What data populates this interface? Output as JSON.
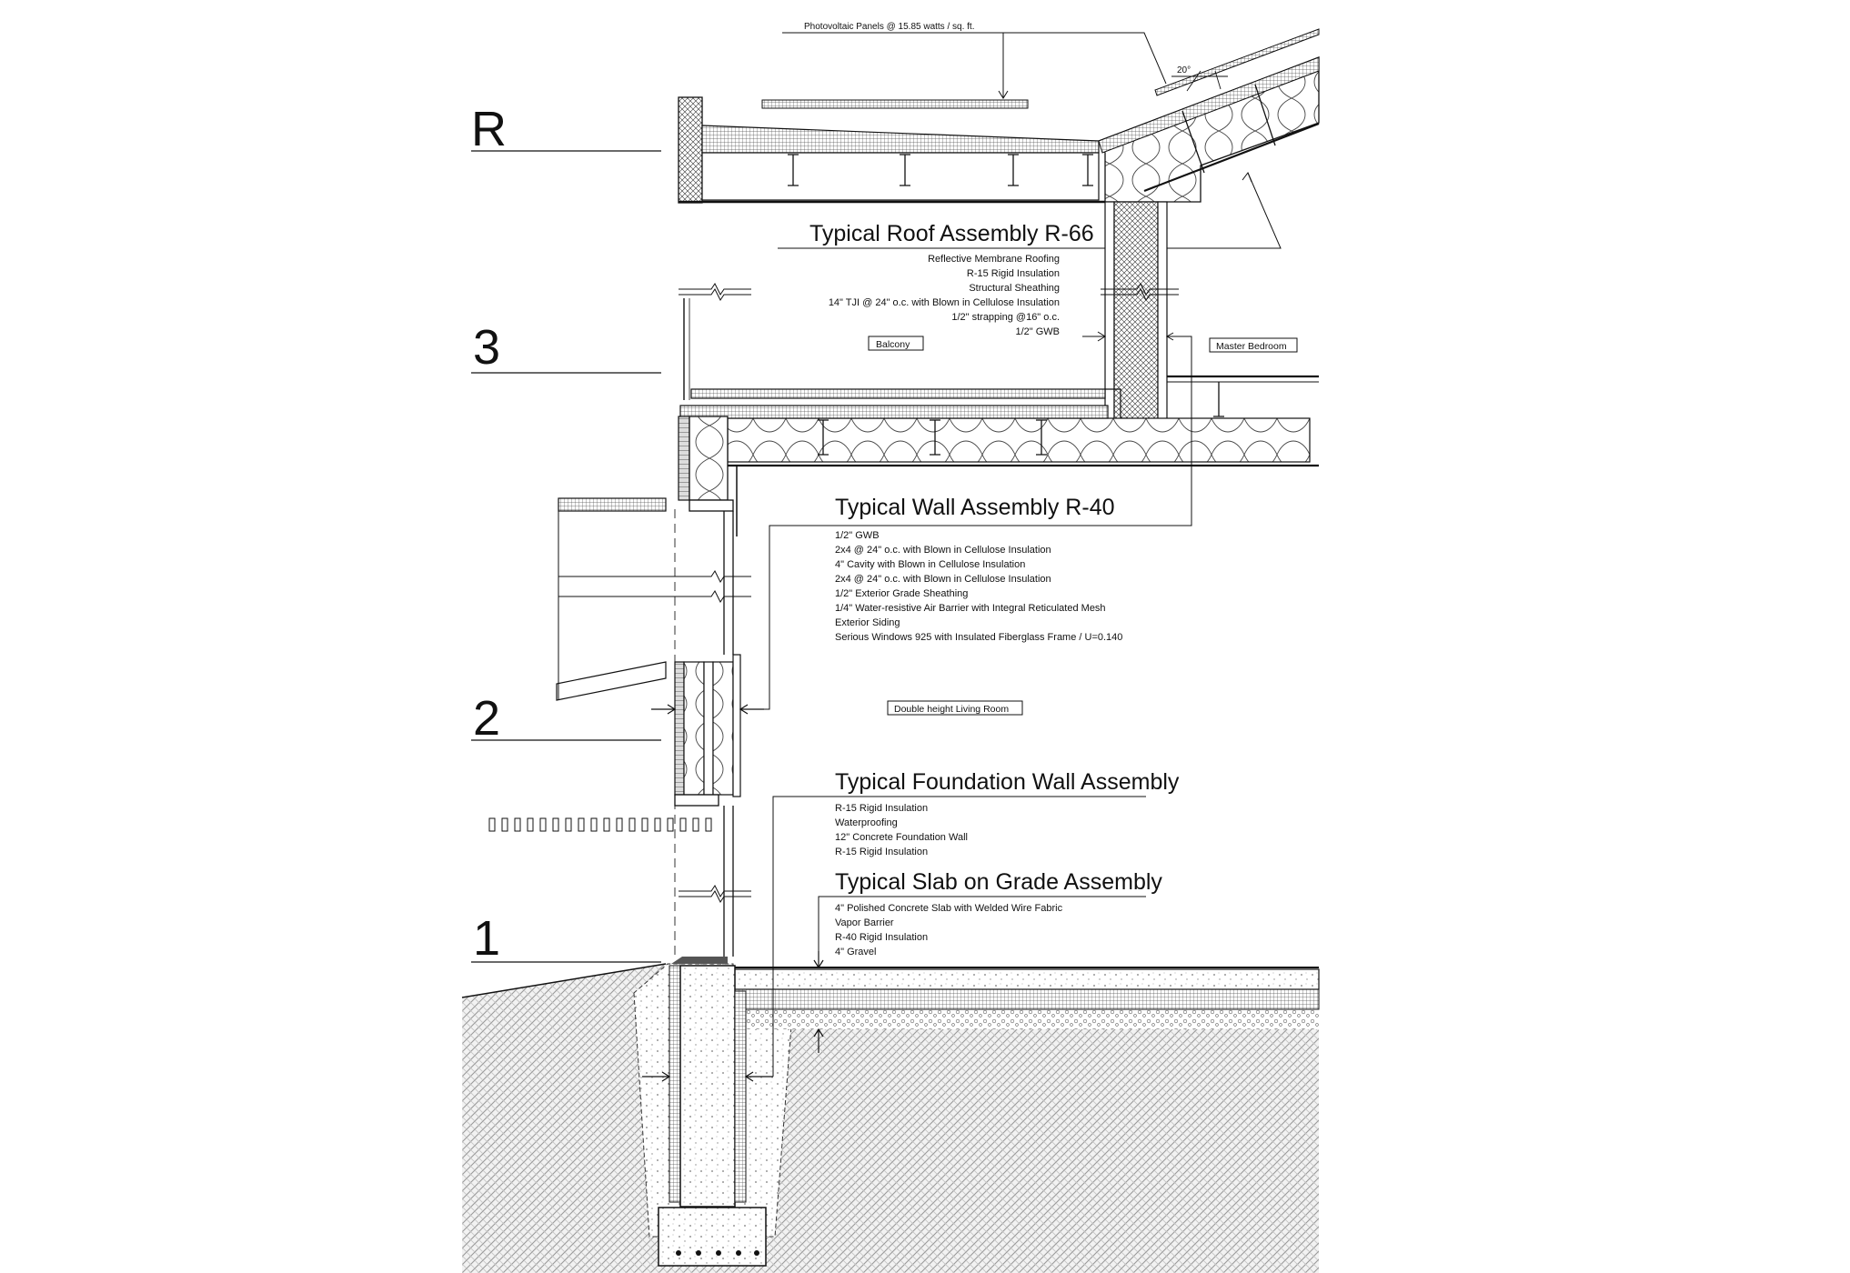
{
  "levels": {
    "roof": "R",
    "third": "3",
    "second": "2",
    "first": "1"
  },
  "pv_label": "Photovoltaic Panels @ 15.85 watts / sq. ft.",
  "roof_angle": "20°",
  "rooms": {
    "balcony": "Balcony",
    "master_bedroom": "Master Bedroom",
    "living_room": "Double height Living Room"
  },
  "roof_assembly": {
    "title": "Typical Roof Assembly R-66",
    "layers": [
      "Reflective Membrane Roofing",
      "R-15 Rigid Insulation",
      "Structural Sheathing",
      "14\" TJI @ 24\" o.c. with Blown in Cellulose Insulation",
      "1/2\" strapping @16\" o.c.",
      "1/2\" GWB"
    ]
  },
  "wall_assembly": {
    "title": "Typical Wall Assembly R-40",
    "layers": [
      "1/2\" GWB",
      "2x4 @ 24\" o.c. with Blown in Cellulose Insulation",
      "4\" Cavity with Blown in Cellulose Insulation",
      "2x4 @ 24\" o.c. with Blown in Cellulose Insulation",
      "1/2\" Exterior Grade Sheathing",
      "1/4\" Water-resistive Air Barrier with Integral Reticulated Mesh",
      "Exterior Siding",
      "Serious Windows 925 with Insulated Fiberglass Frame / U=0.140"
    ]
  },
  "foundation_assembly": {
    "title": "Typical Foundation Wall Assembly",
    "layers": [
      "R-15 Rigid Insulation",
      "Waterproofing",
      "12\" Concrete Foundation Wall",
      "R-15 Rigid Insulation"
    ]
  },
  "slab_assembly": {
    "title": "Typical Slab on Grade Assembly",
    "layers": [
      "4\" Polished Concrete Slab with Welded Wire Fabric",
      "Vapor Barrier",
      "R-40 Rigid Insulation",
      "4\" Gravel"
    ]
  }
}
